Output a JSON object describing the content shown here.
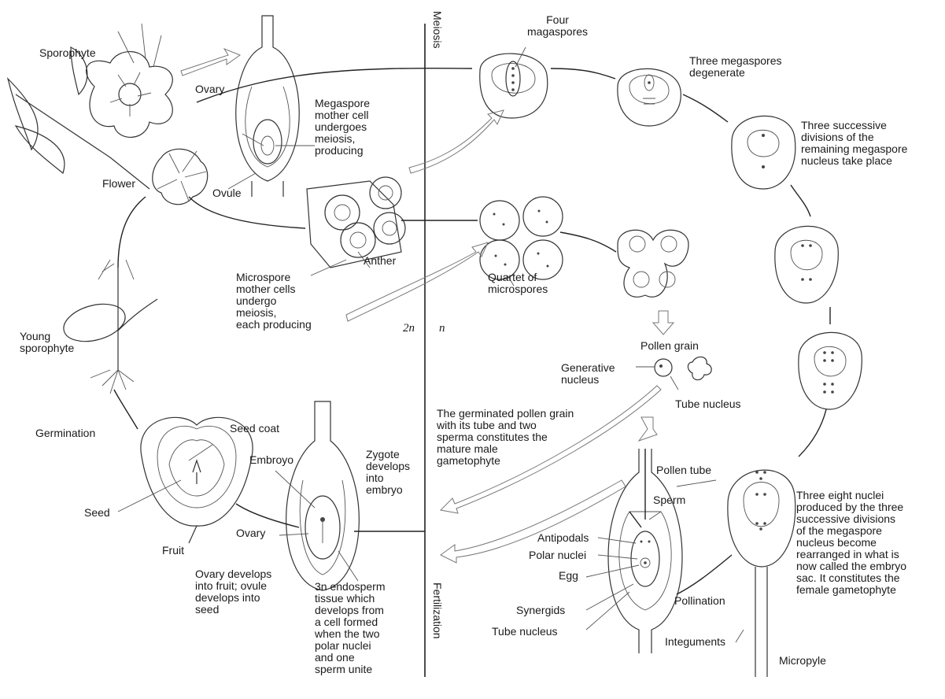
{
  "labels": {
    "sporophyte": "Sporophyte",
    "flower": "Flower",
    "ovary_top": "Ovary",
    "ovule": "Ovule",
    "megaspore_mother": "Megaspore\nmother cell\nundergoes\nmeiosis,\nproducing",
    "meiosis": "Meiosis",
    "four_megaspores": "Four\nmagaspores",
    "three_degenerate": "Three megaspores\ndegenerate",
    "three_divisions": "Three successive\ndivisions of the\nremaining megaspore\nnucleus take place",
    "anther": "Anther",
    "microspore_mother": "Microspore\nmother cells\nundergo\nmeiosis,\neach producing",
    "quartet": "Quartet of\nmicrospores",
    "two_n": "2n",
    "n": "n",
    "young_sporophyte": "Young\nsporophyte",
    "pollen_grain": "Pollen grain",
    "generative_nucleus": "Generative\nnucleus",
    "tube_nucleus_top": "Tube nucleus",
    "germinated_pollen": "The germinated pollen grain\nwith its tube and two\nsperma constitutes the\nmature male\ngametophyte",
    "germination": "Germination",
    "seed_coat": "Seed coat",
    "embryo": "Embroyo",
    "zygote": "Zygote\ndevelops\ninto\nembryo",
    "seed": "Seed",
    "ovary_bottom": "Ovary",
    "fruit": "Fruit",
    "ovary_develops": "Ovary develops\ninto fruit; ovule\ndevelops into\nseed",
    "endosperm": "3n endosperm\ntissue which\ndevelops from\na cell formed\nwhen the two\npolar nuclei\nand one\nsperm unite",
    "fertilization": "Fertilization",
    "pollen_tube": "Pollen tube",
    "sperm": "Sperm",
    "antipodals": "Antipodals",
    "polar_nuclei": "Polar nuclei",
    "egg": "Egg",
    "synergids": "Synergids",
    "tube_nucleus_bottom": "Tube nucleus",
    "integuments": "Integuments",
    "pollination": "Pollination",
    "micropyle": "Micropyle",
    "eight_nuclei": "Three eight nuclei\nproduced by the three\nsuccessive divisions\nof the megaspore\nnucleus become\nrearranged in what is\nnow called the embryo\nsac. It constitutes the\nfemale gametophyte"
  }
}
